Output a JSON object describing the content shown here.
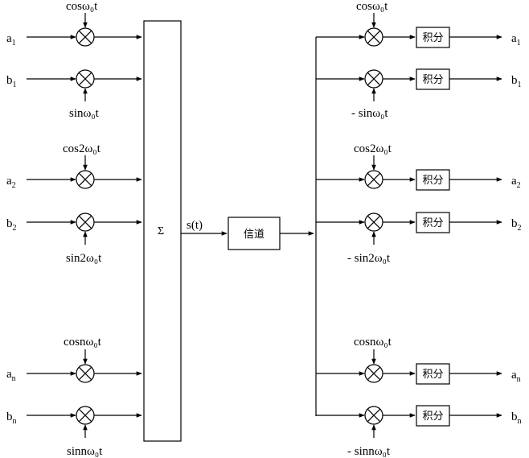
{
  "transmitter": {
    "rows": [
      {
        "input_main": "a",
        "input_sub": "1",
        "carrier": "cosω₀t",
        "sign": "+"
      },
      {
        "input_main": "b",
        "input_sub": "1",
        "carrier": "sinω₀t",
        "sign": "-"
      },
      {
        "input_main": "a",
        "input_sub": "2",
        "carrier": "cos2ω₀t",
        "sign": "+"
      },
      {
        "input_main": "b",
        "input_sub": "2",
        "carrier": "sin2ω₀t",
        "sign": "-"
      },
      {
        "input_main": "a",
        "input_sub": "n",
        "carrier": "cosnω₀t",
        "sign": "+"
      },
      {
        "input_main": "b",
        "input_sub": "n",
        "carrier": "sinnω₀t",
        "sign": "-"
      }
    ],
    "summer_symbol": "Σ"
  },
  "channel": {
    "signal_label": "s(t)",
    "label": "信道"
  },
  "receiver": {
    "rows": [
      {
        "carrier": "cosω₀t",
        "integrator": "积分",
        "output_main": "a",
        "output_sub": "1"
      },
      {
        "carrier": "- sinω₀t",
        "integrator": "积分",
        "output_main": "b",
        "output_sub": "1"
      },
      {
        "carrier": "cos2ω₀t",
        "integrator": "积分",
        "output_main": "a",
        "output_sub": "2"
      },
      {
        "carrier": "- sin2ω₀t",
        "integrator": "积分",
        "output_main": "b",
        "output_sub": "2"
      },
      {
        "carrier": "cosnω₀t",
        "integrator": "积分",
        "output_main": "a",
        "output_sub": "n"
      },
      {
        "carrier": "- sinnω₀t",
        "integrator": "积分",
        "output_main": "b",
        "output_sub": "n"
      }
    ]
  }
}
